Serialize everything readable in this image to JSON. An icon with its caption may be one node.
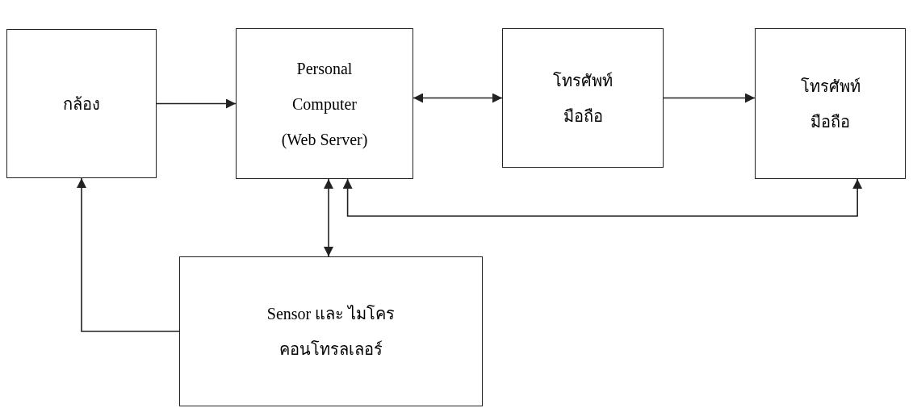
{
  "diagram": {
    "nodes": [
      {
        "text": [
          "กล้อง"
        ]
      },
      {
        "text": [
          "Personal Computer (Web Server)"
        ]
      },
      {
        "text": [
          "โทรศัพท์มือถือ"
        ]
      },
      {
        "text": [
          "โทรศัพท์มือถือ"
        ]
      },
      {
        "text": [
          "Sensor และ ไมโครคอนโทรลเลอร์"
        ]
      }
    ],
    "edges": [
      {
        "from": 0,
        "to": 1,
        "arrow": "to"
      },
      {
        "from": 1,
        "to": 2,
        "arrow": "both"
      },
      {
        "from": 2,
        "to": 3,
        "arrow": "to"
      },
      {
        "from": 1,
        "to": 4,
        "arrow": "both"
      },
      {
        "from": 1,
        "to": 3,
        "arrow": "both"
      },
      {
        "from": 4,
        "to": 0,
        "arrow": "to"
      }
    ]
  }
}
